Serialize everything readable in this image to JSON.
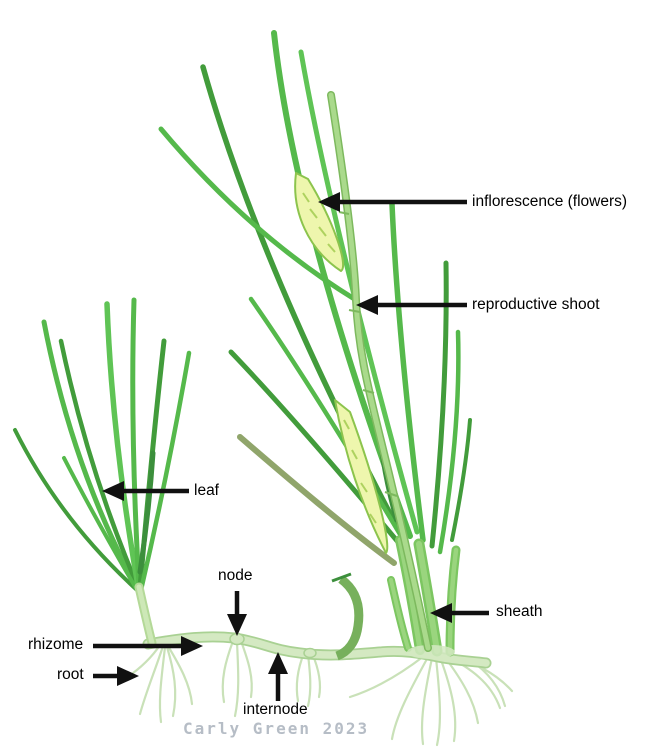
{
  "labels": {
    "inflorescence": "inflorescence (flowers)",
    "reproductive_shoot": "reproductive shoot",
    "leaf": "leaf",
    "node": "node",
    "rhizome": "rhizome",
    "root": "root",
    "internode": "internode",
    "sheath": "sheath"
  },
  "credit": {
    "text": "Carly Green 2023"
  },
  "palette": {
    "leaf_green": "#55b94b",
    "leaf_green_dark": "#429c3b",
    "leaf_green_darker": "#3c8f3c",
    "leaf_green_bright": "#5fc455",
    "stem_edge": "#7db95e",
    "stem_core": "#aada8c",
    "stem_sheath": "#b4d998",
    "stem_sheath_core": "#cde8b7",
    "sheath_green": "#7cc661",
    "sheath_core": "#9ad57e",
    "rhizome_fill": "#d4e9c2",
    "rhizome_edge": "#a9d193",
    "root_green": "#c6dfb4",
    "inflo_fill": "#eef6ad",
    "inflo_edge": "#8cc44d",
    "inflo_marks": "#aed25f",
    "dead_leaf": "#90a56b",
    "stub_green": "#77b05c",
    "arrow_black": "#111111",
    "credit_gray": "#b6bdc6"
  }
}
